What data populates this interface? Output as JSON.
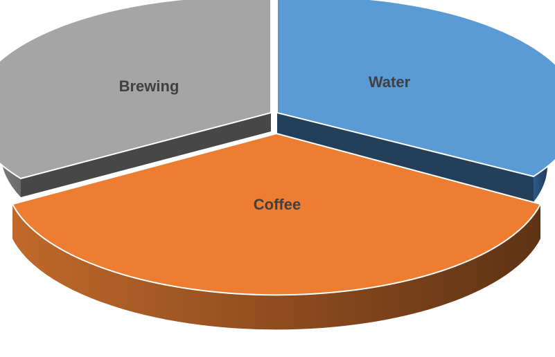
{
  "chart_data": {
    "type": "pie",
    "style": "3d-exploded",
    "title": "",
    "legend": "none",
    "categories": [
      "Water",
      "Coffee",
      "Brewing"
    ],
    "series": [
      {
        "values": [
          30,
          41,
          29
        ]
      }
    ],
    "colors": {
      "Water": "#5B9BD5",
      "Coffee": "#ED7D31",
      "Brewing": "#A5A5A5"
    },
    "labels": {
      "water": "Water",
      "coffee": "Coffee",
      "brewing": "Brewing"
    }
  }
}
